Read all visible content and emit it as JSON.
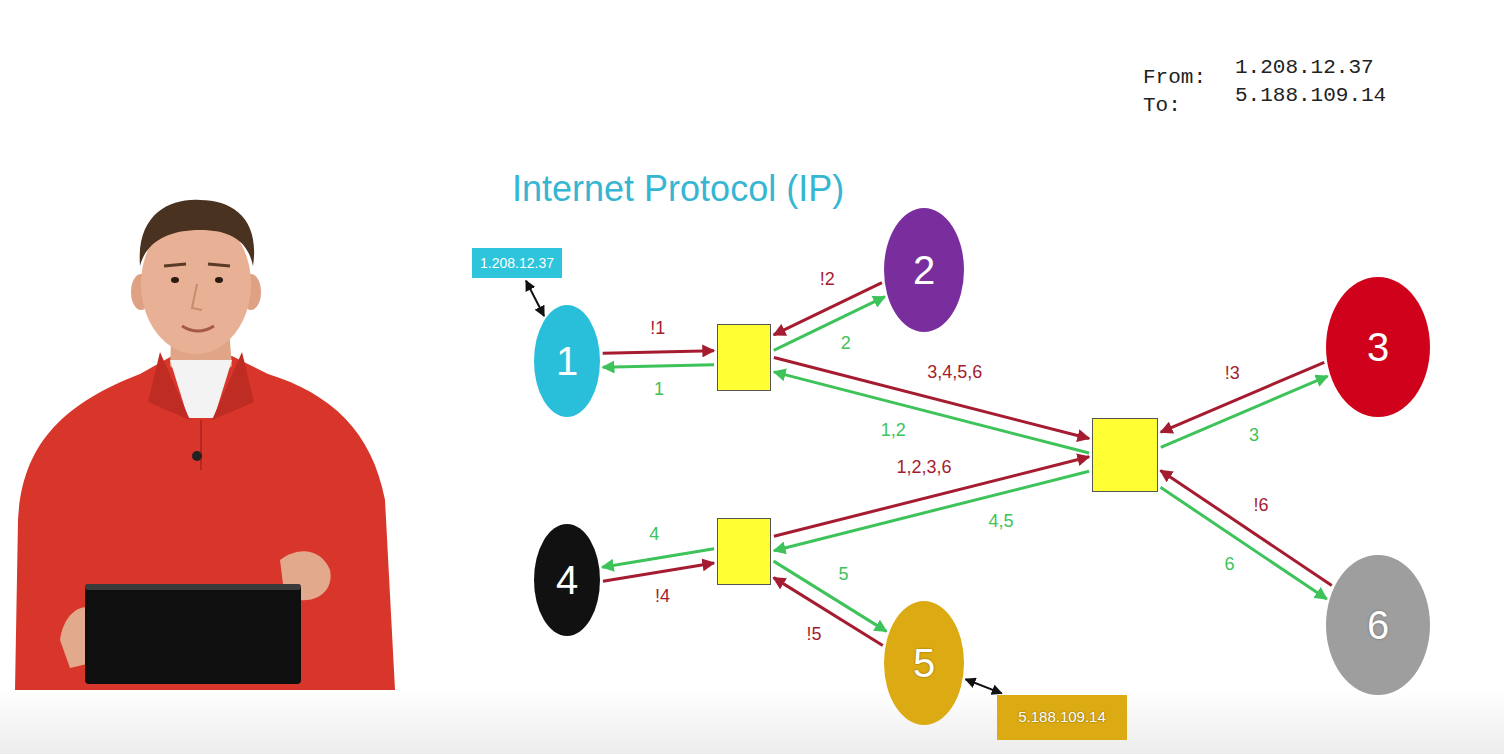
{
  "diagram": {
    "title": "Internet Protocol (IP)",
    "nodes": [
      {
        "text": [
          "1.208.12.37"
        ]
      },
      {
        "text": [
          "1"
        ]
      },
      {
        "text": [
          "2"
        ]
      },
      {
        "text": []
      },
      {
        "text": [
          "3"
        ]
      },
      {
        "text": []
      },
      {
        "text": [
          "4"
        ]
      },
      {
        "text": []
      },
      {
        "text": [
          "6"
        ]
      },
      {
        "text": [
          "5"
        ]
      },
      {
        "text": [
          "5.188.109.14"
        ]
      }
    ],
    "edges": [
      {
        "from": 0,
        "to": 1,
        "arrow": "both"
      },
      {
        "from": 1,
        "to": 3,
        "label": "!1",
        "arrow": "to"
      },
      {
        "from": 3,
        "to": 1,
        "label": "1",
        "arrow": "to"
      },
      {
        "from": 2,
        "to": 3,
        "label": "!2",
        "arrow": "to"
      },
      {
        "from": 3,
        "to": 2,
        "label": "2",
        "arrow": "to"
      },
      {
        "from": 3,
        "to": 5,
        "label": "3,4,5,6",
        "arrow": "to"
      },
      {
        "from": 5,
        "to": 3,
        "label": "1,2",
        "arrow": "to"
      },
      {
        "from": 7,
        "to": 5,
        "label": "1,2,3,6",
        "arrow": "to"
      },
      {
        "from": 5,
        "to": 7,
        "label": "4,5",
        "arrow": "to"
      },
      {
        "from": 4,
        "to": 5,
        "label": "!3",
        "arrow": "to"
      },
      {
        "from": 5,
        "to": 4,
        "label": "3",
        "arrow": "to"
      },
      {
        "from": 8,
        "to": 5,
        "label": "!6",
        "arrow": "to"
      },
      {
        "from": 5,
        "to": 8,
        "label": "6",
        "arrow": "to"
      },
      {
        "from": 6,
        "to": 7,
        "label": "!4",
        "arrow": "to"
      },
      {
        "from": 7,
        "to": 6,
        "label": "4",
        "arrow": "to"
      },
      {
        "from": 9,
        "to": 7,
        "label": "!5",
        "arrow": "to"
      },
      {
        "from": 7,
        "to": 9,
        "label": "5",
        "arrow": "to"
      },
      {
        "from": 9,
        "to": 10,
        "arrow": "both"
      }
    ],
    "labels": [
      "From:",
      "1.208.12.37",
      "To:",
      "5.188.109.14"
    ]
  }
}
